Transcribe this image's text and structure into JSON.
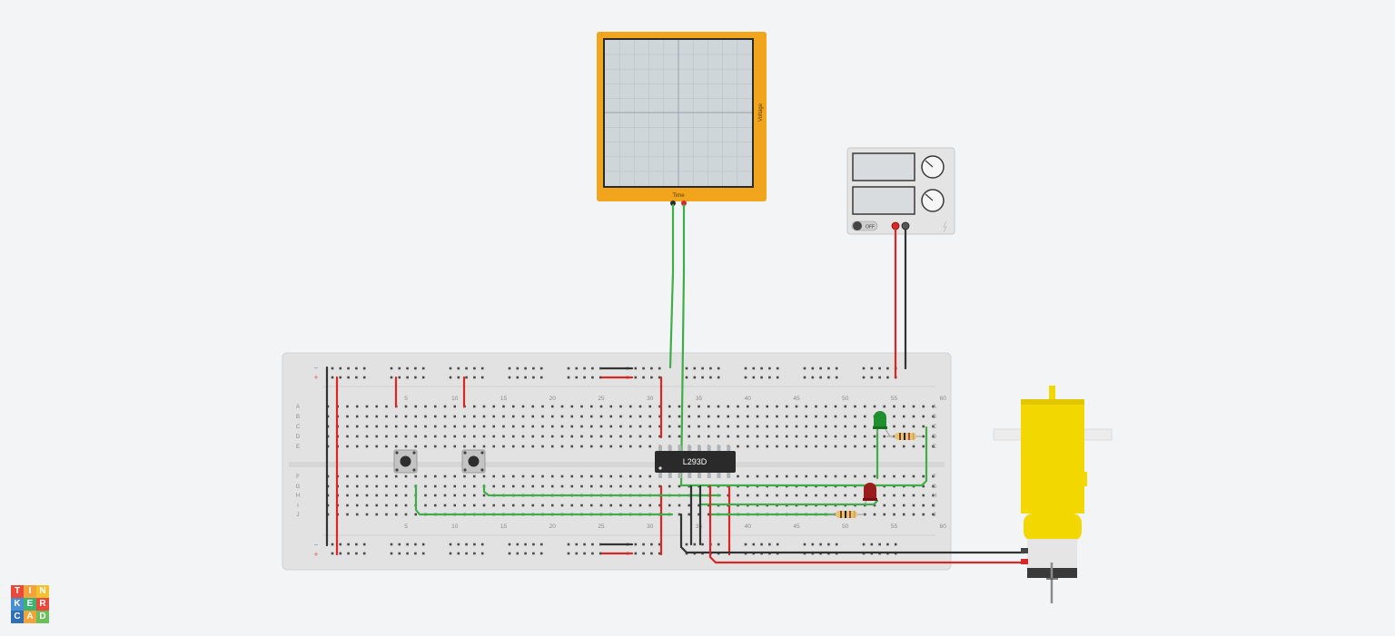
{
  "app": {
    "brand_letters": [
      "T",
      "I",
      "N",
      "K",
      "E",
      "R",
      "C",
      "A",
      "D"
    ],
    "brand_colors": [
      "#e84b3c",
      "#f2a33a",
      "#f2c230",
      "#4a8fd1",
      "#3cb371",
      "#e84b3c",
      "#2f6fb5",
      "#f2a33a",
      "#6bbf59"
    ]
  },
  "oscilloscope": {
    "x_label": "Time",
    "y_label": "Voltage",
    "frame_color": "#f0a51d"
  },
  "power_supply": {
    "switch_label": "OFF"
  },
  "chip": {
    "label": "L293D"
  },
  "breadboard": {
    "column_numbers": [
      "5",
      "10",
      "15",
      "20",
      "25",
      "30",
      "35",
      "40",
      "45",
      "50",
      "55",
      "60"
    ],
    "row_letters_top": [
      "A",
      "B",
      "C",
      "D",
      "E"
    ],
    "row_letters_bottom": [
      "F",
      "G",
      "H",
      "I",
      "J"
    ],
    "rail_minus": "−",
    "rail_plus": "+"
  },
  "colors": {
    "wire_green": "#3fae49",
    "wire_red": "#d92626",
    "wire_black": "#333333",
    "motor_yellow": "#f2d700",
    "led_green": "#1f8f2f",
    "led_red": "#9b1c1c"
  }
}
